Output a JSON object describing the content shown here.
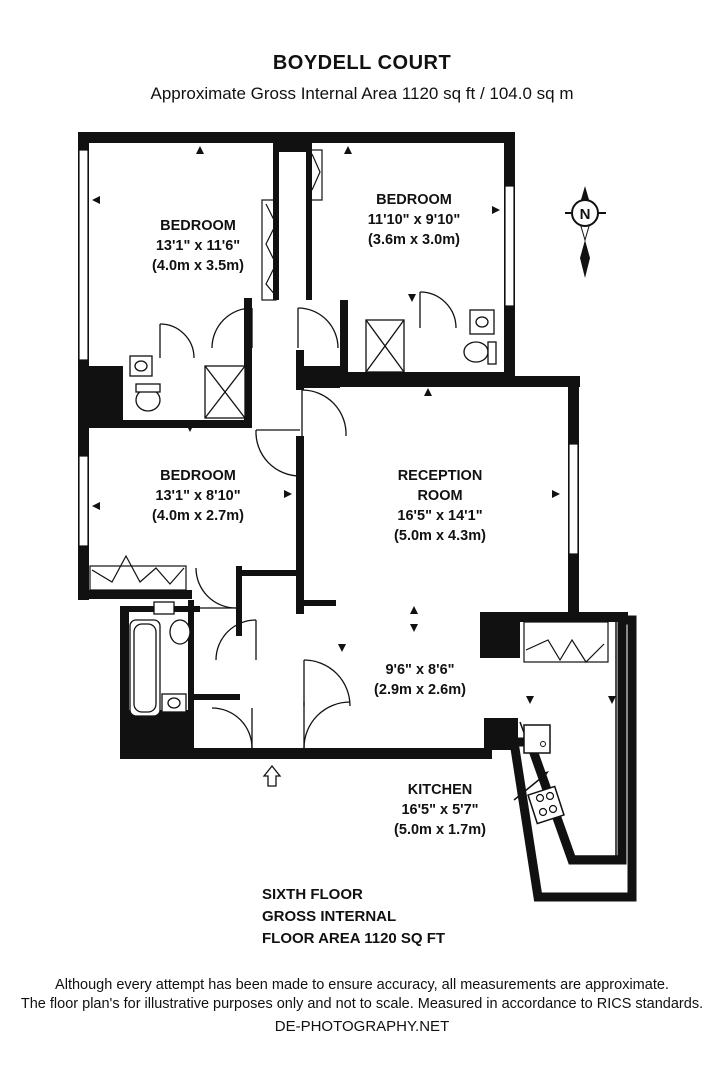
{
  "header": {
    "title": "BOYDELL COURT",
    "subtitle": "Approximate Gross Internal Area 1120 sq ft / 104.0 sq m"
  },
  "rooms": {
    "bedroom1": {
      "name": "BEDROOM",
      "imperial": "13'1\" x 11'6\"",
      "metric": "(4.0m x 3.5m)"
    },
    "bedroom2": {
      "name": "BEDROOM",
      "imperial": "11'10\" x 9'10\"",
      "metric": "(3.6m x 3.0m)"
    },
    "bedroom3": {
      "name": "BEDROOM",
      "imperial": "13'1\" x 8'10\"",
      "metric": "(4.0m x 2.7m)"
    },
    "reception": {
      "name_line1": "RECEPTION",
      "name_line2": "ROOM",
      "imperial": "16'5\" x 14'1\"",
      "metric": "(5.0m x 4.3m)"
    },
    "dining": {
      "imperial": "9'6\" x 8'6\"",
      "metric": "(2.9m x 2.6m)"
    },
    "kitchen": {
      "name": "KITCHEN",
      "imperial": "16'5\" x 5'7\"",
      "metric": "(5.0m x 1.7m)"
    }
  },
  "compass": {
    "letter": "N"
  },
  "floor_info": {
    "line1": "SIXTH FLOOR",
    "line2": "GROSS INTERNAL",
    "line3": "FLOOR AREA 1120 SQ FT"
  },
  "disclaimer": {
    "line1": "Although every attempt has been made to ensure accuracy, all measurements are approximate.",
    "line2": "The floor plan's for illustrative purposes only and not to scale. Measured in accordance to RICS standards."
  },
  "brand": "DE-PHOTOGRAPHY.NET"
}
